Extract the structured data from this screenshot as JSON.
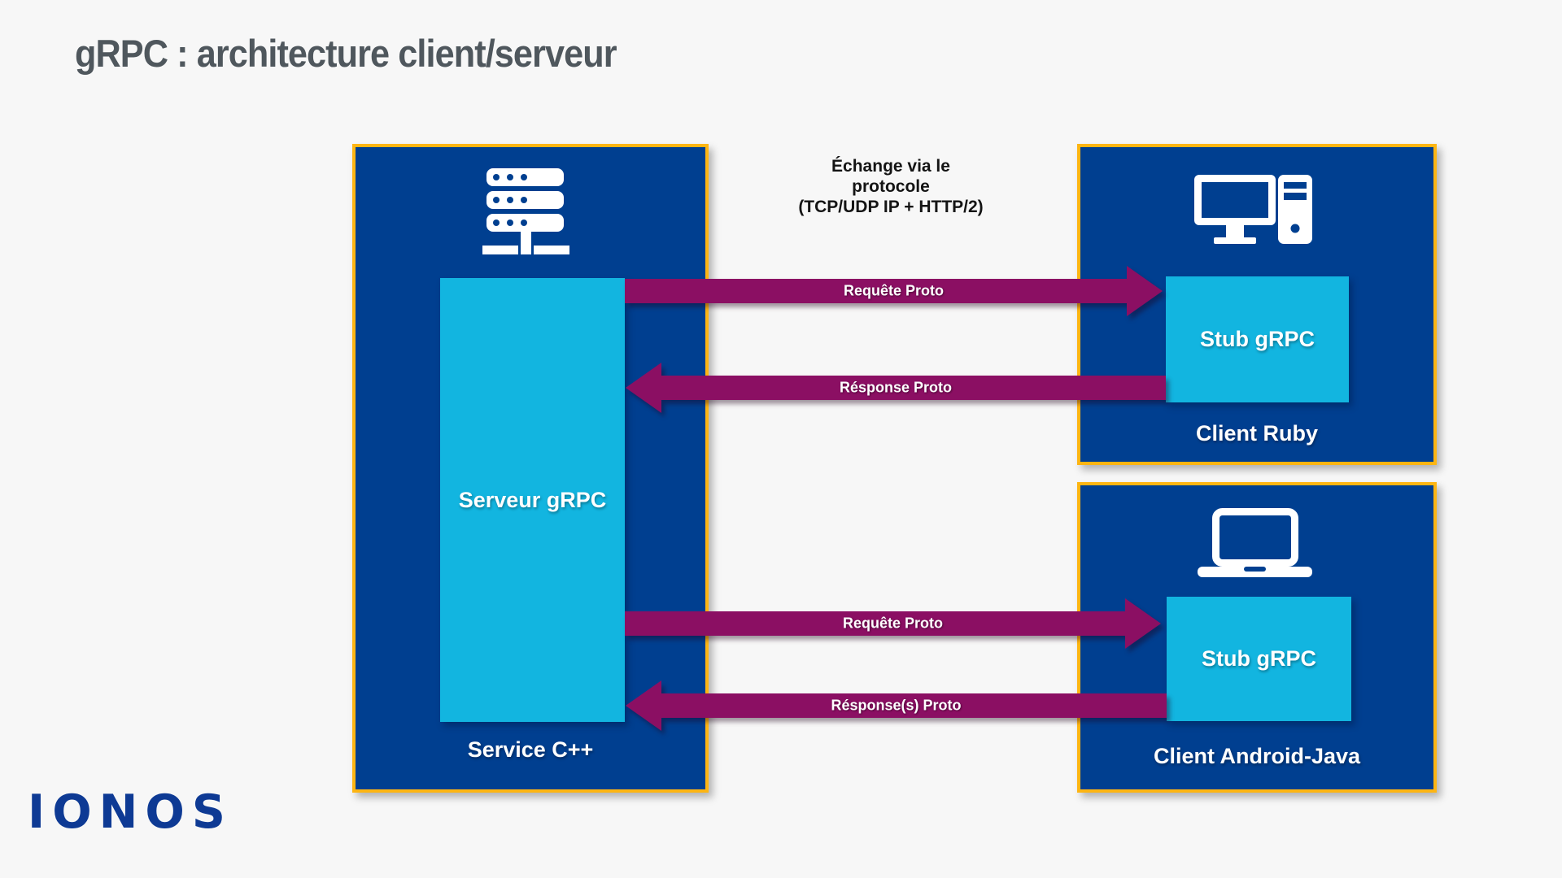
{
  "title": "gRPC : architecture client/serveur",
  "colors": {
    "background": "#f7f7f7",
    "panel_blue": "#003f90",
    "cyan": "#12b5e0",
    "yellow_border": "#fdb513",
    "arrow_purple": "#8b0f63",
    "title_gray": "#4f575d",
    "logo_blue": "#0e3a94"
  },
  "protocol_note": {
    "line1": "Échange via le",
    "line2": "protocole",
    "line3": "(TCP/UDP IP + HTTP/2)"
  },
  "panels": {
    "server": {
      "icon": "server-rack-icon",
      "inner_label": "Serveur gRPC",
      "caption": "Service C++"
    },
    "client_ruby": {
      "icon": "desktop-computer-icon",
      "inner_label": "Stub gRPC",
      "caption": "Client Ruby"
    },
    "client_android": {
      "icon": "laptop-icon",
      "inner_label": "Stub gRPC",
      "caption": "Client Android-Java"
    }
  },
  "arrows": {
    "request_top": {
      "label": "Requête Proto",
      "direction": "right"
    },
    "response_top": {
      "label": "Résponse Proto",
      "direction": "left"
    },
    "request_bottom": {
      "label": "Requête Proto",
      "direction": "right"
    },
    "response_bottom": {
      "label": "Résponse(s) Proto",
      "direction": "left"
    }
  },
  "logo": {
    "text": "IONOS"
  }
}
